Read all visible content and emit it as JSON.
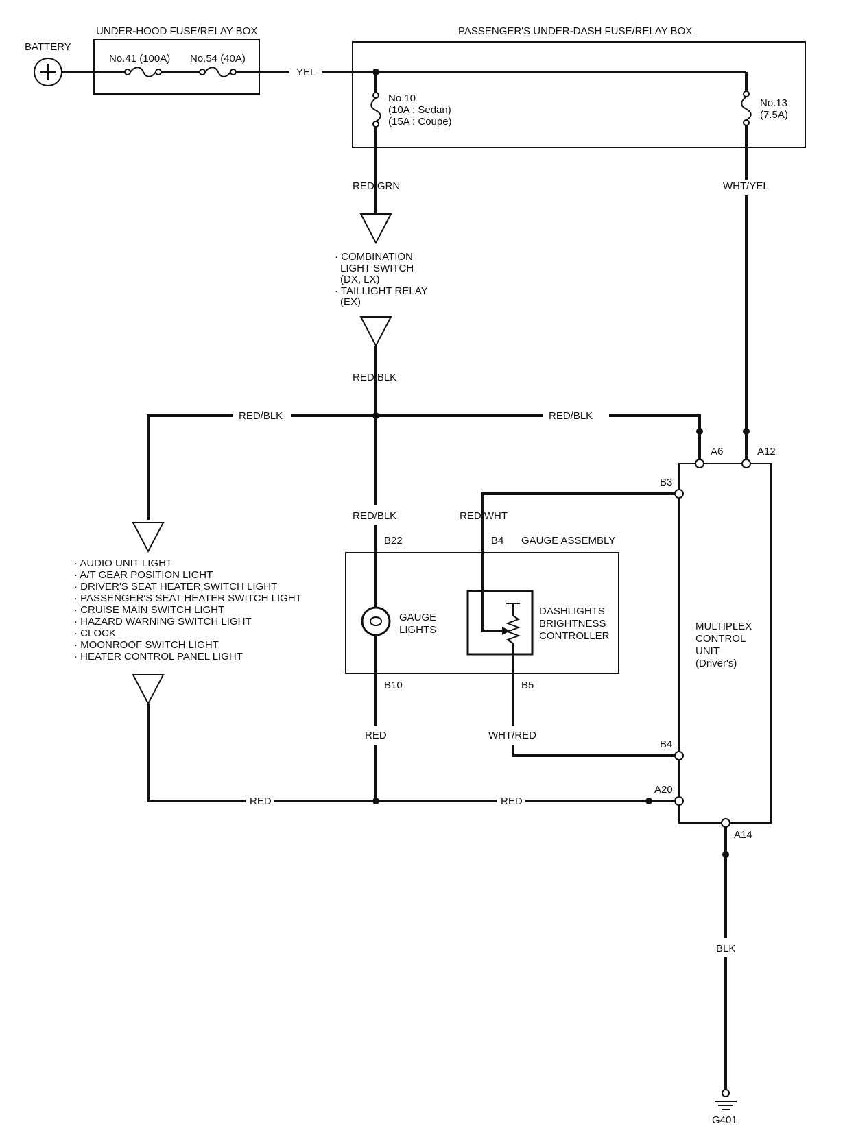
{
  "labels": {
    "battery": "BATTERY",
    "underhood_box": "UNDER-HOOD FUSE/RELAY BOX",
    "fuse41": "No.41 (100A)",
    "fuse54": "No.54 (40A)",
    "passenger_box": "PASSENGER'S UNDER-DASH FUSE/RELAY BOX",
    "fuse10": [
      "No.10",
      "(10A : Sedan)",
      "(15A : Coupe)"
    ],
    "fuse13": [
      "No.13",
      "(7.5A)"
    ],
    "combination": [
      "· COMBINATION",
      "LIGHT SWITCH",
      "(DX, LX)",
      "· TAILLIGHT RELAY",
      "(EX)"
    ],
    "loads": [
      "· AUDIO UNIT LIGHT",
      "· A/T GEAR POSITION LIGHT",
      "· DRIVER'S SEAT HEATER SWITCH LIGHT",
      "· PASSENGER'S SEAT HEATER SWITCH LIGHT",
      "· CRUISE MAIN SWITCH LIGHT",
      "· HAZARD WARNING SWITCH LIGHT",
      "· CLOCK",
      "· MOONROOF SWITCH LIGHT",
      "· HEATER CONTROL PANEL LIGHT"
    ],
    "gauge_assembly": "GAUGE ASSEMBLY",
    "gauge_lights": [
      "GAUGE",
      "LIGHTS"
    ],
    "dash_controller": [
      "DASHLIGHTS",
      "BRIGHTNESS",
      "CONTROLLER"
    ],
    "mcu": [
      "MULTIPLEX",
      "CONTROL",
      "UNIT",
      "(Driver's)"
    ],
    "ground": "G401"
  },
  "wires": {
    "yel": "YEL",
    "red_grn": "RED/GRN",
    "wht_yel": "WHT/YEL",
    "red_blk_top": "RED/BLK",
    "red_blk_left": "RED/BLK",
    "red_blk_right": "RED/BLK",
    "red_blk_gauge": "RED/BLK",
    "red_wht": "RED/WHT",
    "red_gauge": "RED",
    "wht_red": "WHT/RED",
    "red_left": "RED",
    "red_right": "RED",
    "blk": "BLK"
  },
  "terminals": {
    "a6": "A6",
    "a12": "A12",
    "b3": "B3",
    "b4_mcu": "B4",
    "a20": "A20",
    "a14": "A14",
    "b22": "B22",
    "b4_gauge": "B4",
    "b10": "B10",
    "b5": "B5"
  }
}
